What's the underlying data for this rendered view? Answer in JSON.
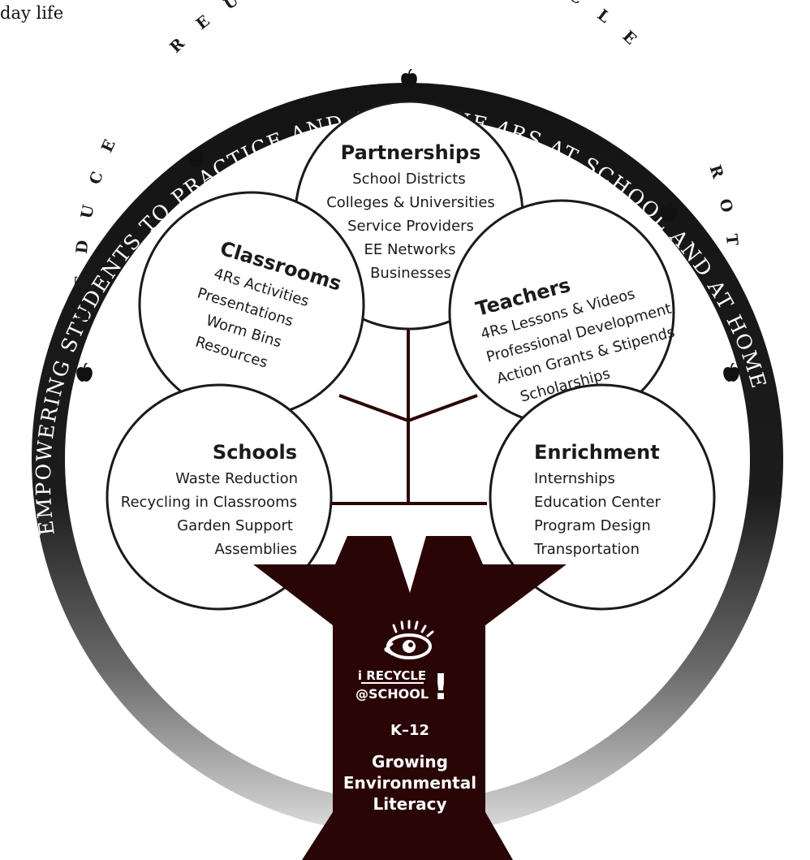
{
  "corner_text": "day life",
  "ring": {
    "outer_text": "EMPOWERING STUDENTS TO PRACTICE AND APPLY THE 4RS AT SCHOOL AND AT HOME",
    "inner_words": [
      "REDUCE",
      "REUSE",
      "RECYCLE",
      "ROT"
    ]
  },
  "circles": {
    "partnerships": {
      "title": "Partnerships",
      "items": [
        "School Districts",
        "Colleges & Universities",
        "Service Providers",
        "EE Networks",
        "Businesses"
      ]
    },
    "classrooms": {
      "title": "Classrooms",
      "items": [
        "4Rs Activities",
        "Presentations",
        "Worm Bins",
        "Resources"
      ]
    },
    "teachers": {
      "title": "Teachers",
      "items": [
        "4Rs Lessons & Videos",
        "Professional Development",
        "Action Grants & Stipends",
        "Scholarships"
      ]
    },
    "schools": {
      "title": "Schools",
      "items": [
        "Waste Reduction",
        "Recycling in Classrooms",
        "Garden Support",
        "Assemblies"
      ]
    },
    "enrichment": {
      "title": "Enrichment",
      "items": [
        "Internships",
        "Education  Center",
        "Program Design",
        "Transportation"
      ]
    }
  },
  "trunk": {
    "logo_line1": "i RECYCLE",
    "logo_line2": "@SCHOOL",
    "logo_bang": "!",
    "grade": "K–12",
    "tagline": [
      "Growing",
      "Environmental",
      "Literacy"
    ]
  },
  "icons": [
    "apple-icon",
    "eye-logo-icon"
  ],
  "colors": {
    "trunk": "#2a0505",
    "ring_dark": "#151515",
    "ring_light": "#d0d0d0",
    "branch": "#2a0505"
  }
}
